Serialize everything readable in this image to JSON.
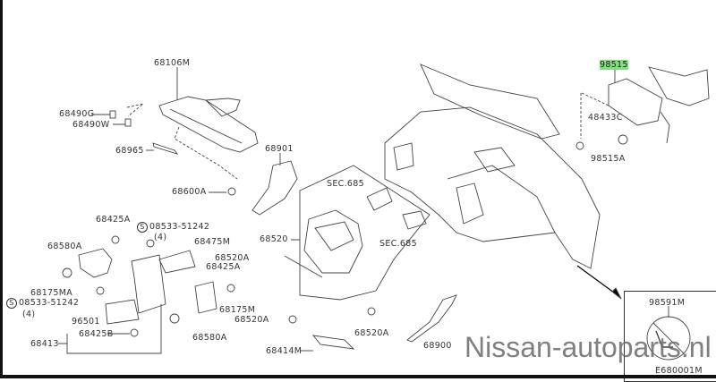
{
  "labels": {
    "p68106M": "68106M",
    "p68490G": "68490G",
    "p68490W": "68490W",
    "p68965": "68965",
    "p68600A": "68600A",
    "p68901": "68901",
    "sec685a": "SEC.685",
    "sec685b": "SEC.685",
    "p68425A_1": "68425A",
    "screw1": "08533-51242",
    "screw1_qty": "(4)",
    "p68475M": "68475M",
    "p68580A_1": "68580A",
    "p68520": "68520",
    "p68520A_1": "68520A",
    "p68425A_2": "68425A",
    "p68175MA": "68175MA",
    "screw2": "08533-51242",
    "screw2_qty": "(4)",
    "p68175M": "68175M",
    "p96501": "96501",
    "p68520A_2": "68520A",
    "p68425B": "68425B",
    "p68413": "68413",
    "p68580A_2": "68580A",
    "p68520A_3": "68520A",
    "p68414M": "68414M",
    "p68900": "68900",
    "p98515": "98515",
    "p48433C": "48433C",
    "p98515A": "98515A",
    "p98591M": "98591M",
    "s_mark": "S"
  },
  "diagram_code": "E680001M",
  "watermark": "Nissan-autoparts.nl",
  "highlight_color": "#7fe07f"
}
